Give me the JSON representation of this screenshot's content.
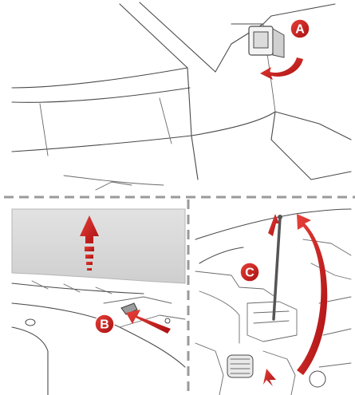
{
  "callouts": {
    "a": "A",
    "b": "B",
    "c": "C"
  },
  "colors": {
    "accent_red": "#cc1f1f",
    "line_gray": "#4a4a4a",
    "panel_gray": "#d8d8d8",
    "divider_gray": "#9a9a9a"
  }
}
